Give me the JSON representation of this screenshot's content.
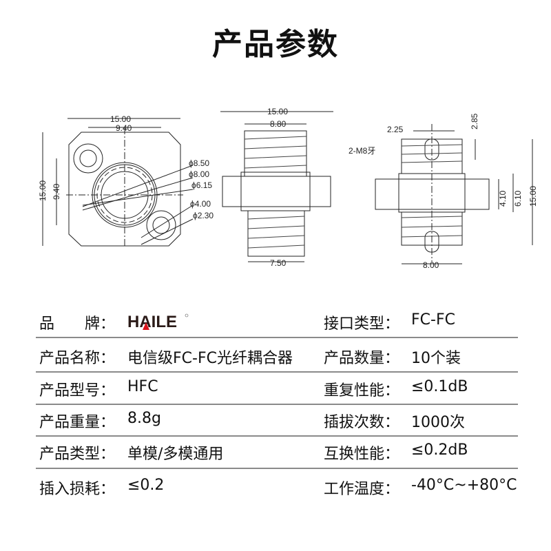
{
  "title": "产品参数",
  "drawing": {
    "front": {
      "w": "15.00",
      "hole_spacing": "9.40",
      "h": "15.00",
      "v_spacing": "9.40",
      "diameters": [
        "ϕ8.50",
        "ϕ8.00",
        "ϕ6.15",
        "ϕ4.00",
        "ϕ2.30"
      ]
    },
    "side": {
      "w": "15.00",
      "thread_w": "8.80",
      "bottom_w": "7.50"
    },
    "section": {
      "slot_w": "2.25",
      "slot_d": "2.85",
      "thread_note": "2-M8牙",
      "flange_h": "4.10",
      "body_h": "6.10",
      "total_h": "15.00",
      "bottom_w": "8.00"
    }
  },
  "specs": [
    {
      "l1": "品　　牌：",
      "brand": "HAILE",
      "l2": "接口类型：",
      "v2": "FC-FC"
    },
    {
      "l1": "产品名称：",
      "v1": "电信级FC-FC光纤耦合器",
      "l2": "产品数量：",
      "v2": "10个装"
    },
    {
      "l1": "产品型号：",
      "v1": "HFC",
      "l2": "重复性能：",
      "v2": "≤0.1dB"
    },
    {
      "l1": "产品重量：",
      "v1": "8.8g",
      "l2": "插拔次数：",
      "v2": "1000次"
    },
    {
      "l1": "产品类型：",
      "v1": "单模/多模通用",
      "l2": "互换性能：",
      "v2": "≤0.2dB"
    },
    {
      "l1": "插入损耗：",
      "v1": "≤0.2",
      "l2": "工作温度：",
      "v2": "-40°C~+80°C"
    }
  ],
  "colors": {
    "logo": "#2a1a17",
    "logo_accent": "#d9141c",
    "divider": "#8a8a8a"
  }
}
